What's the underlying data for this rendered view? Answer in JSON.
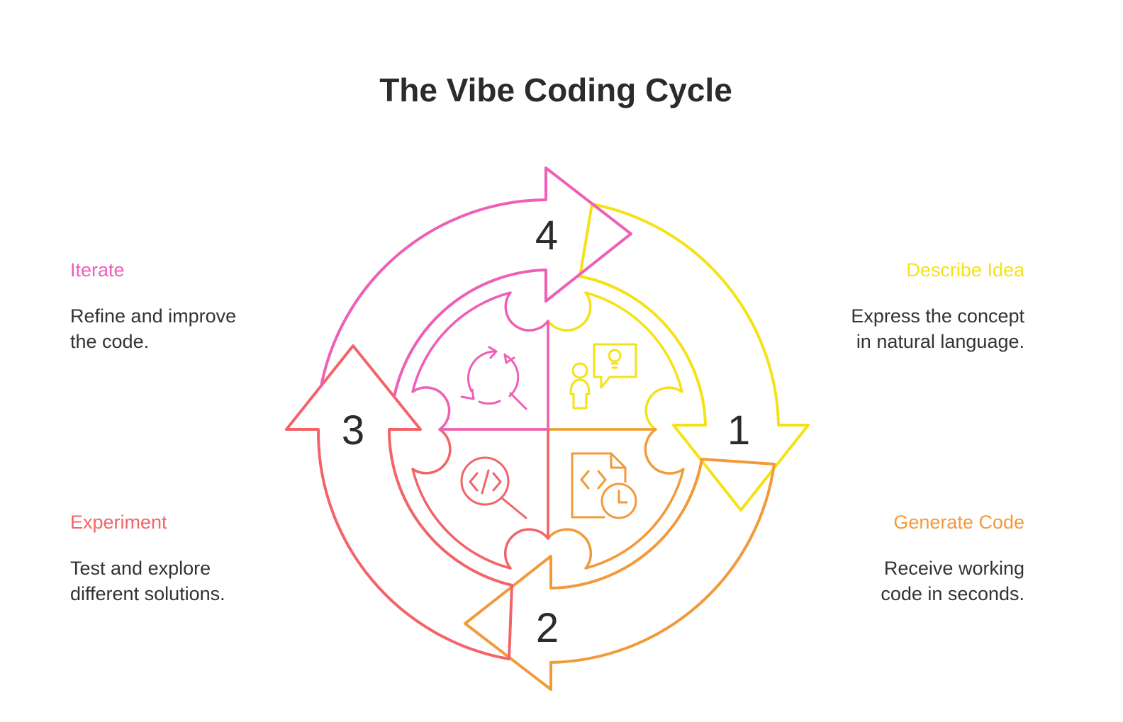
{
  "title": "The Vibe Coding Cycle",
  "colors": {
    "iterate": "#ee5fb6",
    "describe": "#f5e216",
    "experiment": "#f26468",
    "generate": "#f29a3a",
    "text": "#333333"
  },
  "steps": [
    {
      "number": "1",
      "title": "Describe Idea",
      "lines": [
        "Express the concept",
        "in natural language."
      ],
      "icon": "person-idea-icon"
    },
    {
      "number": "2",
      "title": "Generate Code",
      "lines": [
        "Receive working",
        "code in seconds."
      ],
      "icon": "code-file-clock-icon"
    },
    {
      "number": "3",
      "title": "Experiment",
      "lines": [
        "Test and explore",
        "different solutions."
      ],
      "icon": "code-search-icon"
    },
    {
      "number": "4",
      "title": "Iterate",
      "lines": [
        "Refine and improve",
        "the code."
      ],
      "icon": "refresh-search-icon"
    }
  ]
}
